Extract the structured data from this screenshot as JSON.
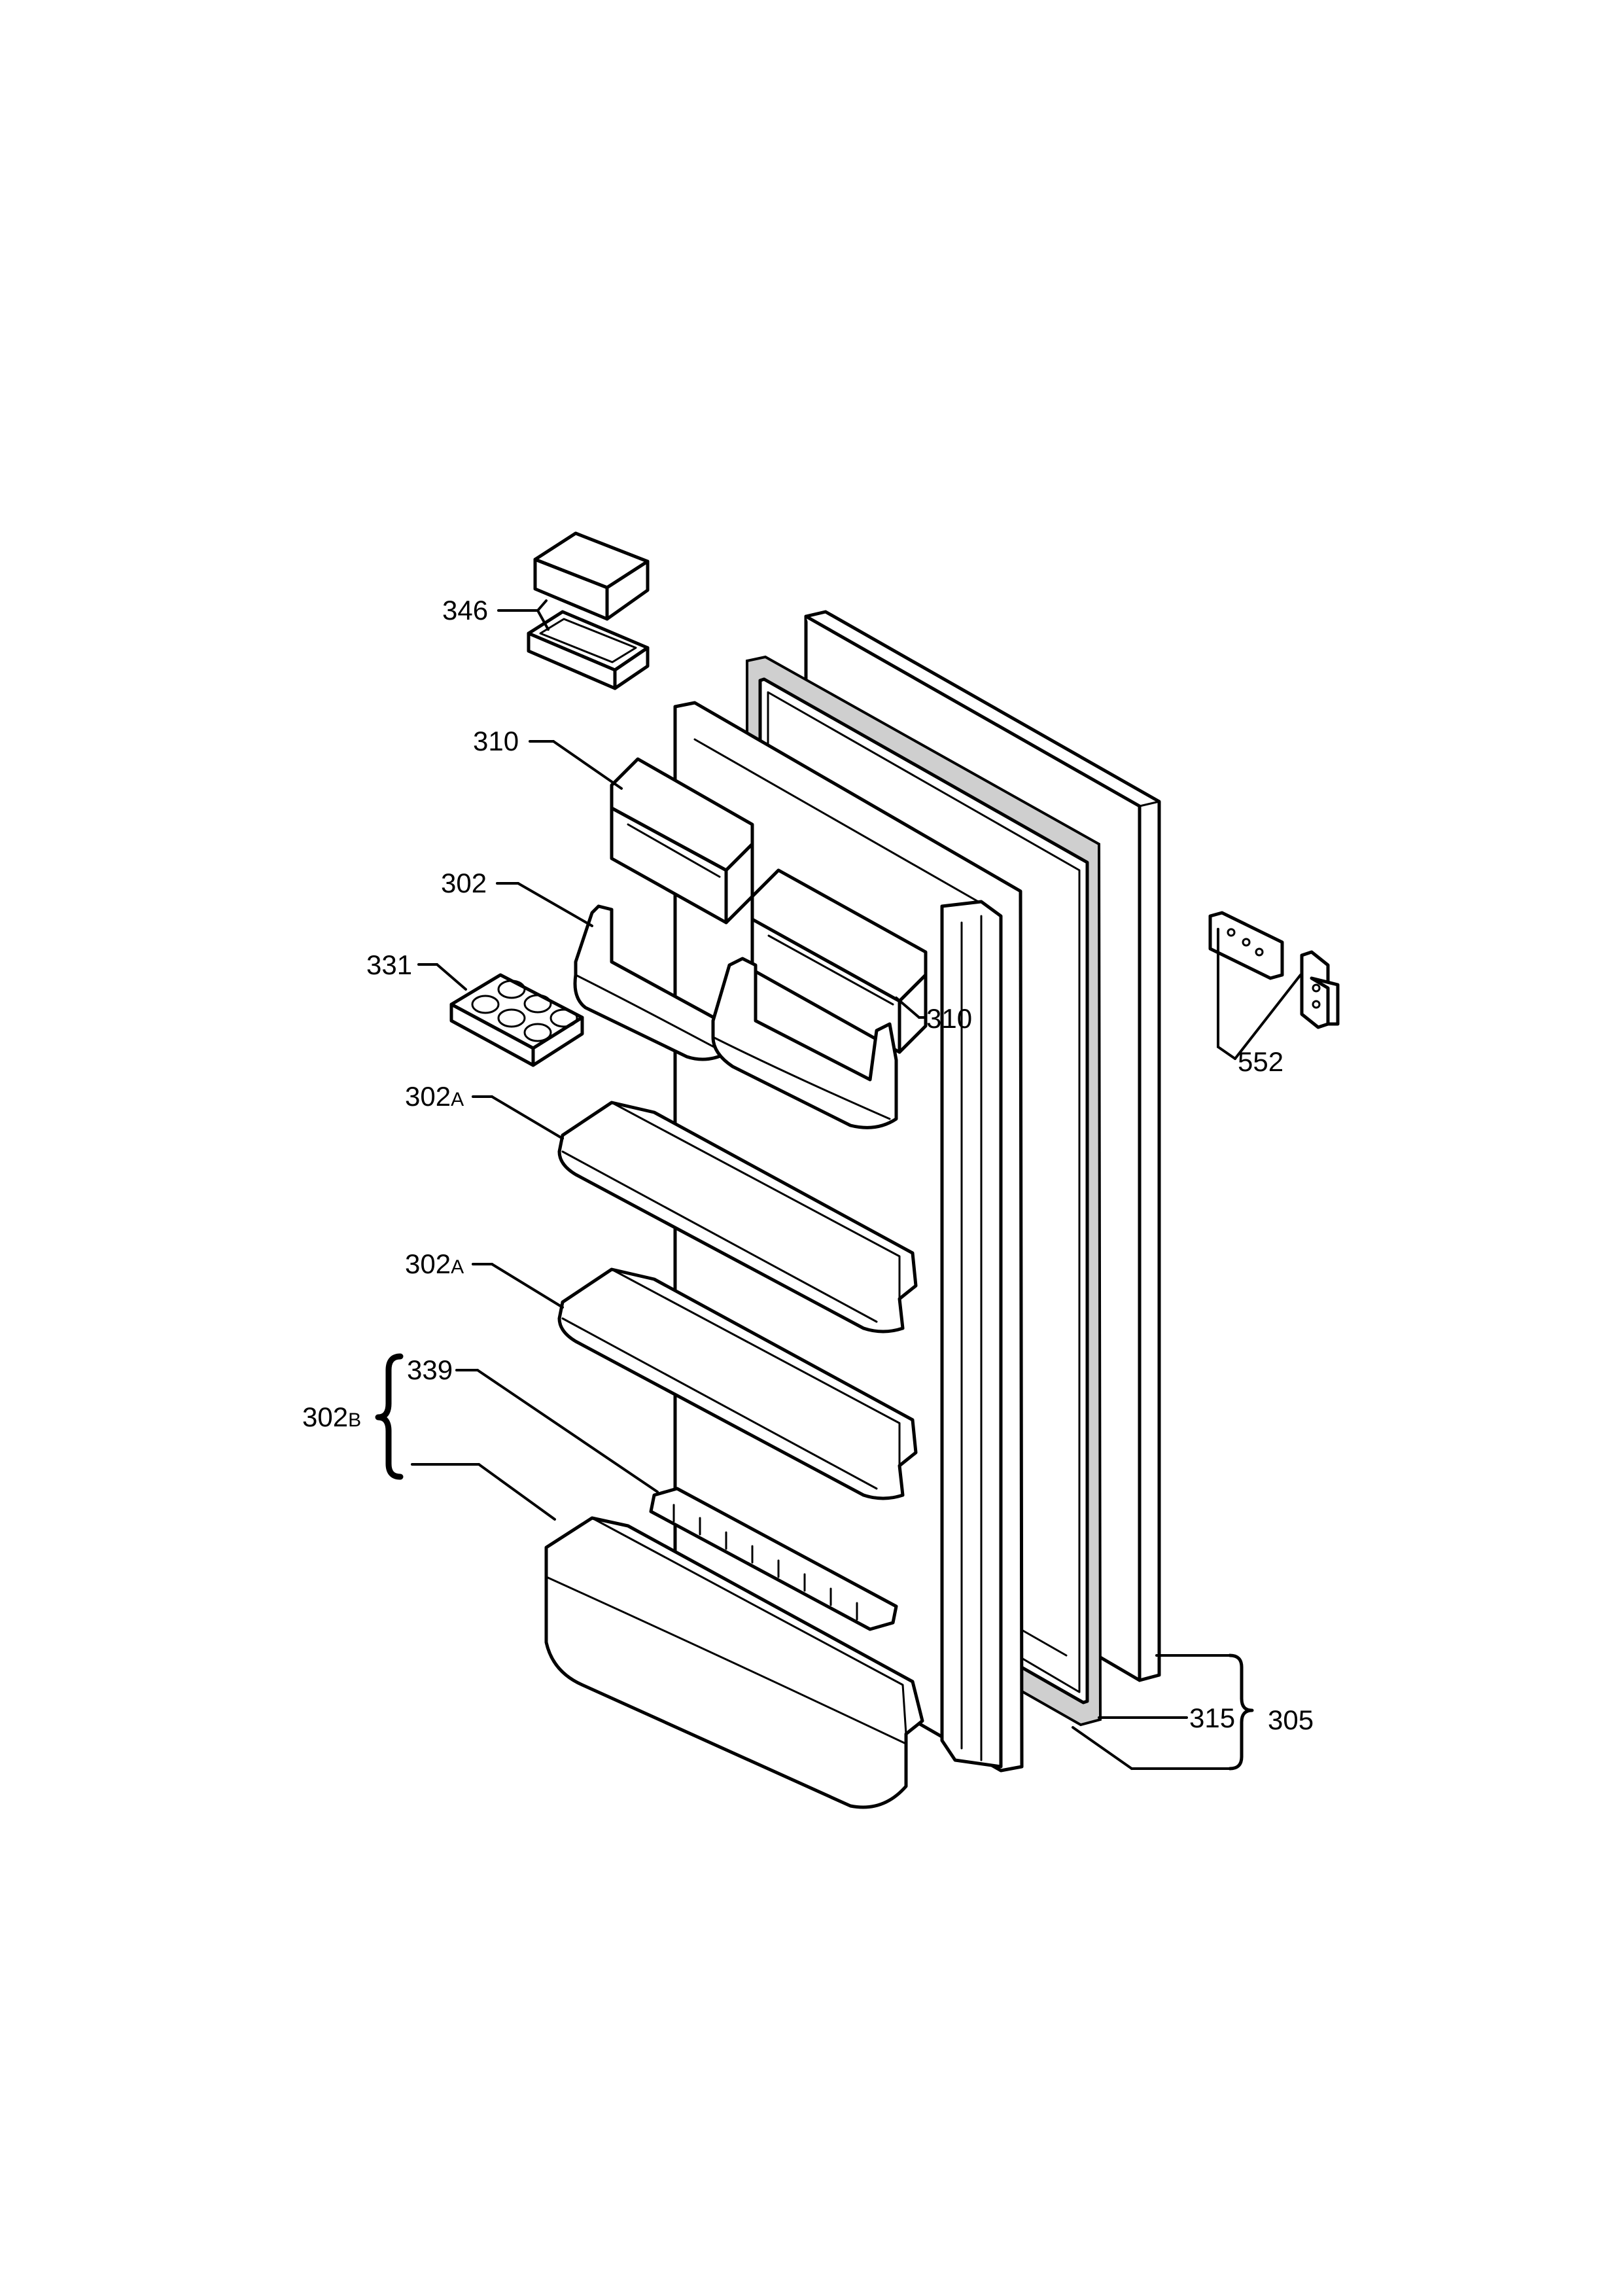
{
  "labels": {
    "p346": "346",
    "p310_top": "310",
    "p310_right": "310",
    "p302": "302",
    "p331": "331",
    "p302a_upper_num": "302",
    "p302a_upper_suffix": "A",
    "p302a_lower_num": "302",
    "p302a_lower_suffix": "A",
    "p302b_num": "302",
    "p302b_suffix": "B",
    "p339": "339",
    "p552": "552",
    "p315": "315",
    "p305": "305"
  }
}
